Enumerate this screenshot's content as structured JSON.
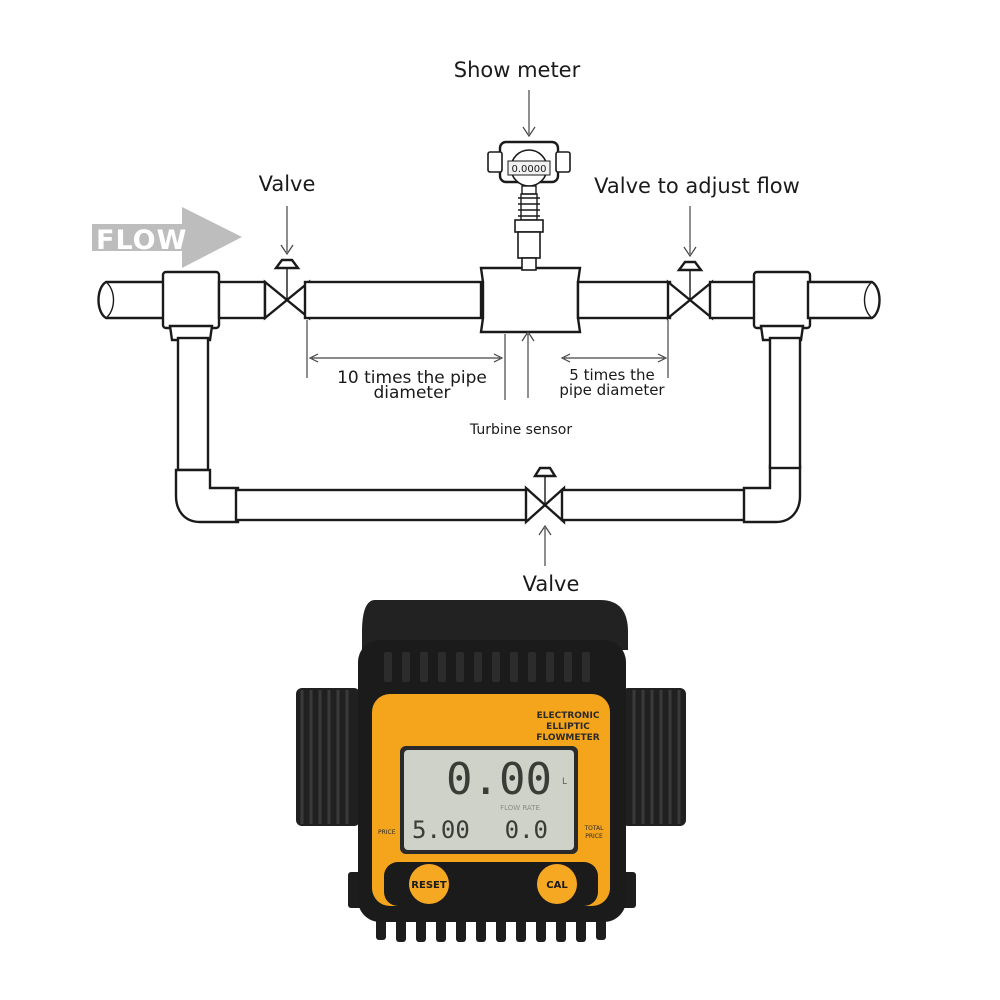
{
  "diagram": {
    "flow_label": "FLOW",
    "show_meter_label": "Show meter",
    "meter_reading": "0.0000",
    "valve_left_label": "Valve",
    "valve_right_label": "Valve to adjust flow",
    "valve_bottom_label": "Valve",
    "upstream_line1": "10 times the pipe",
    "upstream_line2": "diameter",
    "downstream_line1": "5 times the",
    "downstream_line2": "pipe diameter",
    "turbine_label": "Turbine sensor"
  },
  "device": {
    "brand_line1": "ELECTRONIC",
    "brand_line2": "ELLIPTIC",
    "brand_line3": "FLOWMETER",
    "main_reading": "0.00",
    "main_unit": "L",
    "flow_rate_label": "FLOW RATE",
    "price_value": "5.00",
    "total_value": "0.0",
    "price_label": "PRICE",
    "total_label_1": "TOTAL",
    "total_label_2": "PRICE",
    "reset_label": "RESET",
    "cal_label": "CAL",
    "colors": {
      "body": "#1b1b1b",
      "faceplate": "#f5a51c",
      "lcd": "#cfd2c8",
      "button": "#f7a823"
    }
  }
}
